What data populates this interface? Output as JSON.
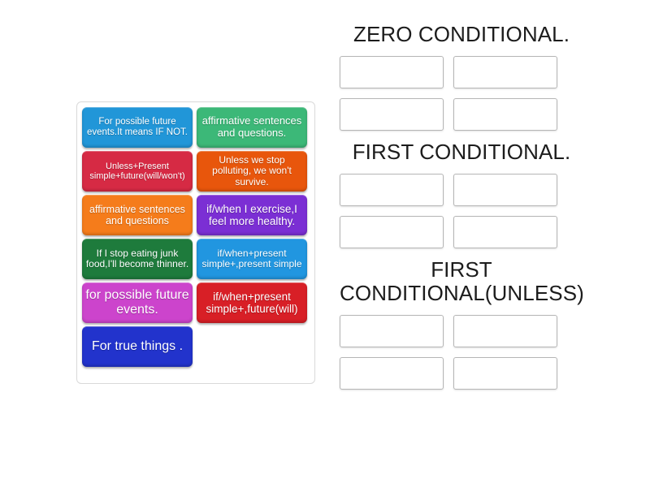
{
  "activity": {
    "type": "group-sort-drag-and-drop"
  },
  "tray": {
    "name": "tile-tray",
    "tiles": [
      {
        "text": "For possible future events.It means IF NOT.",
        "color": "#2196d8",
        "font_size": 11.5
      },
      {
        "text": "affirmative sentences and questions.",
        "color": "#3cb878",
        "font_size": 13
      },
      {
        "text": "Unless+Present simple+future(will/won't)",
        "color": "#d62a44",
        "font_size": 11
      },
      {
        "text": "Unless we stop polluting, we won't survive.",
        "color": "#e8560c",
        "font_size": 12
      },
      {
        "text": "affirmative sentences and questions",
        "color": "#f57c1b",
        "font_size": 12.5
      },
      {
        "text": "if/when I exercise,I feel more healthy.",
        "color": "#7b2fd4",
        "font_size": 13.5
      },
      {
        "text": "If I stop eating junk food,I'll become thinner.",
        "color": "#1e7b3c",
        "font_size": 12
      },
      {
        "text": "if/when+present simple+,present simple",
        "color": "#2196e0",
        "font_size": 12
      },
      {
        "text": "for possible future events.",
        "color": "#cc44cc",
        "font_size": 16
      },
      {
        "text": "if/when+present simple+,future(will)",
        "color": "#d81f26",
        "font_size": 13.5
      },
      {
        "text": "For true things .",
        "color": "#2233cc",
        "font_size": 16
      }
    ]
  },
  "zones": [
    {
      "title": "ZERO CONDITIONAL.",
      "slots": [
        "",
        "",
        "",
        ""
      ]
    },
    {
      "title": "FIRST CONDITIONAL.",
      "slots": [
        "",
        "",
        "",
        ""
      ]
    },
    {
      "title": "FIRST\nCONDITIONAL(UNLESS)",
      "slots": [
        "",
        "",
        "",
        ""
      ]
    }
  ]
}
